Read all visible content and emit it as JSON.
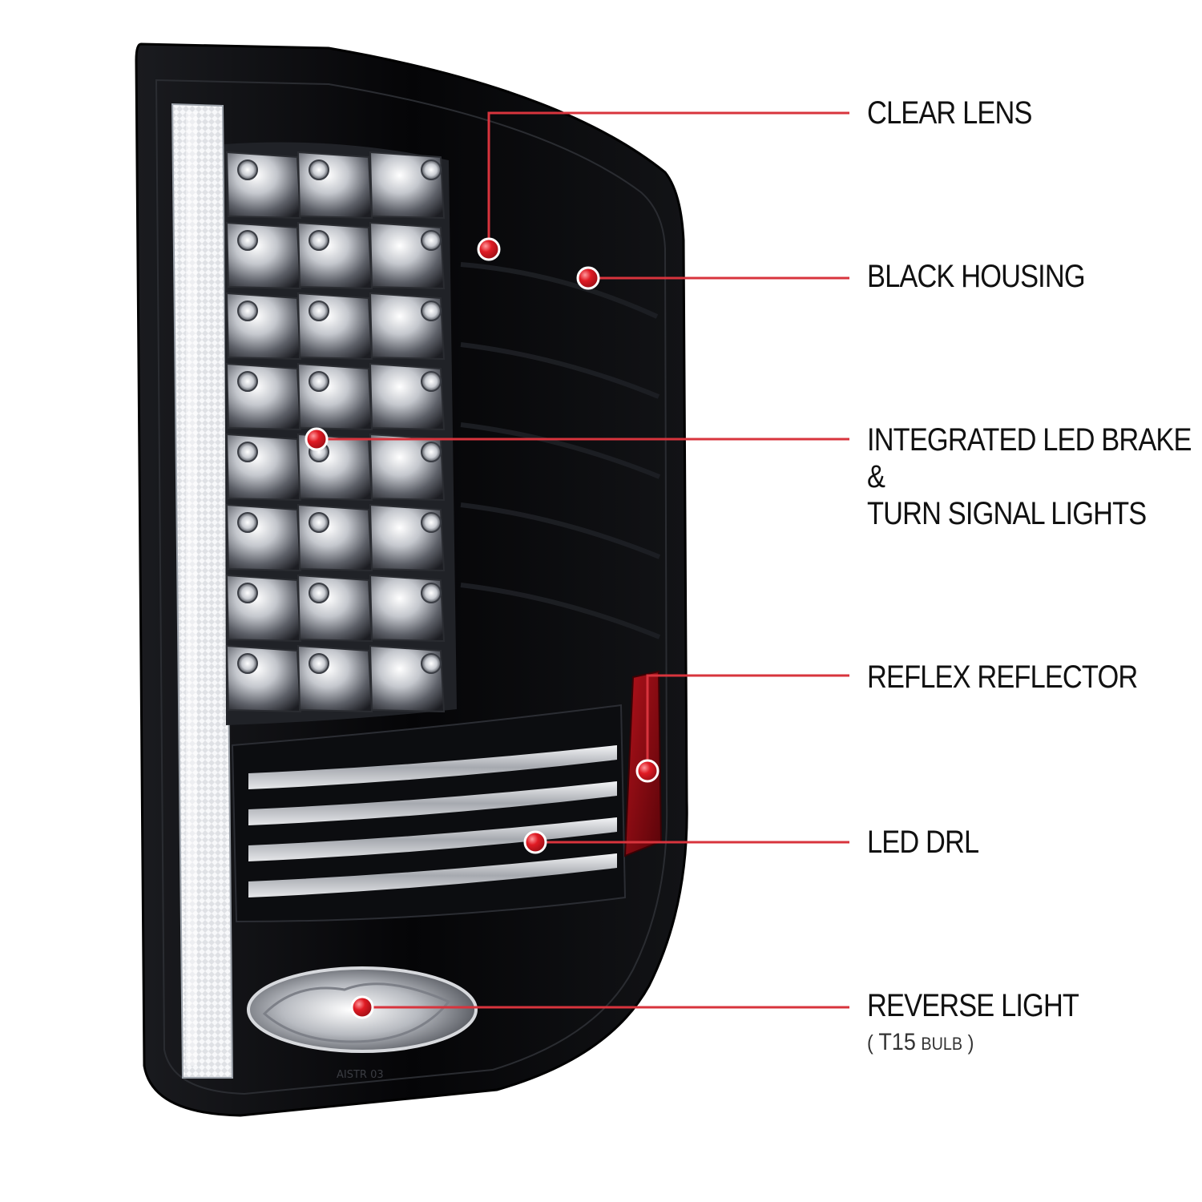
{
  "image": {
    "subject": "LED tail light",
    "colors": {
      "housing": "#050507",
      "chrome": "#c9ccd1",
      "reflector_red": "#8a0b12",
      "callout_line": "#d8343d",
      "callout_dot": "#e01b24",
      "text": "#111111"
    }
  },
  "callouts": [
    {
      "id": "clear-lens",
      "lines": [
        "CLEAR LENS"
      ]
    },
    {
      "id": "black-housing",
      "lines": [
        "BLACK HOUSING"
      ]
    },
    {
      "id": "integrated-led",
      "lines": [
        "INTEGRATED LED BRAKE",
        "&",
        "TURN SIGNAL LIGHTS"
      ]
    },
    {
      "id": "reflex-reflector",
      "lines": [
        "REFLEX REFLECTOR"
      ]
    },
    {
      "id": "led-drl",
      "lines": [
        "LED DRL"
      ]
    },
    {
      "id": "reverse-light",
      "lines": [
        "REVERSE LIGHT"
      ]
    }
  ],
  "reverse_note": {
    "open": "(",
    "bulb_code": "T15",
    "bulb_word": "BULB",
    "close": ")"
  }
}
